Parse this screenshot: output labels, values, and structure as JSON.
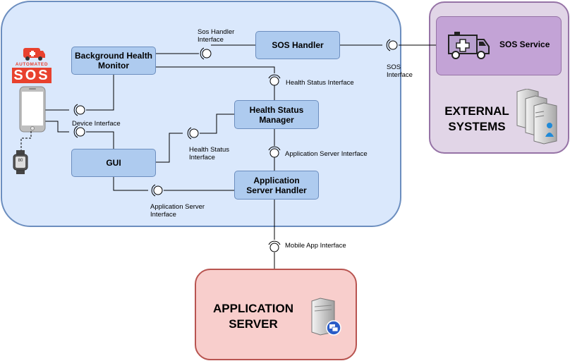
{
  "mobile_app": {
    "components": {
      "background_health_monitor": "Background Health Monitor",
      "sos_handler": "SOS Handler",
      "health_status_manager": "Health Status Manager",
      "gui": "GUI",
      "application_server_handler": "Application Server Handler"
    },
    "logo": {
      "line1": "AUTOMATED",
      "line2": "SOS"
    },
    "watch_display": "80"
  },
  "interfaces": {
    "sos_handler_interface": "Sos Handler Interface",
    "health_status_interface_top": "Health Status Interface",
    "device_interface": "Device Interface",
    "health_status_interface_left": "Health Status Interface",
    "application_server_interface_right": "Application Server Interface",
    "application_server_interface_bottom": "Application Server Interface",
    "sos_interface": "SOS Interface",
    "mobile_app_interface": "Mobile App Interface"
  },
  "external": {
    "title": "EXTERNAL SYSTEMS",
    "sos_service": "SOS Service"
  },
  "application_server": {
    "title": "APPLICATION SERVER"
  },
  "colors": {
    "app_fill": "#dae8fc",
    "app_stroke": "#6c8ebf",
    "ext_fill": "#e1d5e7",
    "ext_stroke": "#9673a6",
    "server_fill": "#f8cecc",
    "server_stroke": "#b85450",
    "logo_red": "#e8412e"
  },
  "icons": [
    "ambulance-icon",
    "server-cluster-icon",
    "server-icon",
    "smartphone-icon",
    "smartwatch-icon",
    "sos-logo"
  ]
}
